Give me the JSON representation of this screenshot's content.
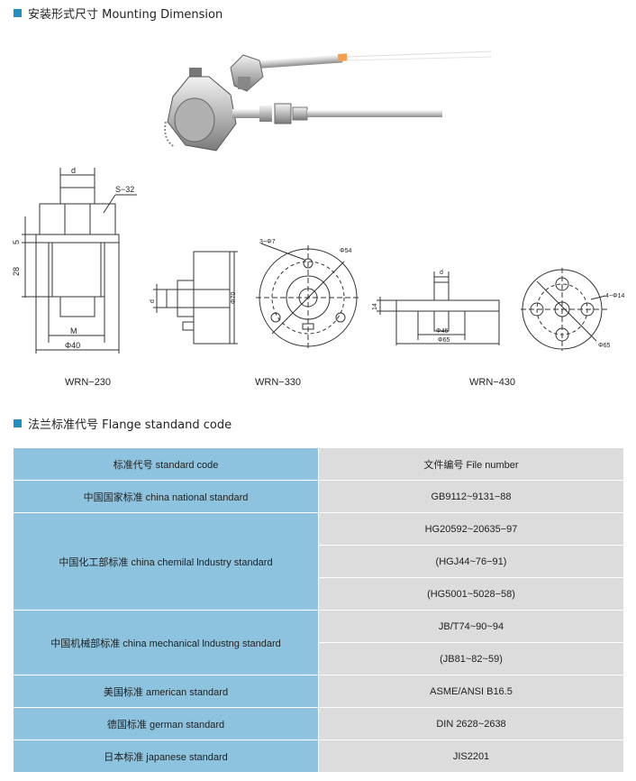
{
  "sections": {
    "mounting_title": "安装形式尺寸 Mounting Dimension",
    "flange_title": "法兰标准代号 Flange standand code"
  },
  "drawings": {
    "wrn230": {
      "model": "WRN−230",
      "labels": {
        "d": "d",
        "s": "S−32",
        "five": "5",
        "twentyeight": "28",
        "m": "M",
        "phi40": "Φ40"
      }
    },
    "wrn330": {
      "model": "WRN−330",
      "labels": {
        "d": "d",
        "phi70": "Φ70",
        "holes": "3−Φ7",
        "phi54": "Φ54"
      }
    },
    "wrn430": {
      "model": "WRN−430",
      "labels": {
        "d": "d",
        "fourteen": "14",
        "phi46": "Φ46",
        "phi65": "Φ65",
        "holes": "4−Φ14",
        "phi65b": "Φ65"
      }
    }
  },
  "table": {
    "header": {
      "left": "标准代号 standard code",
      "right": "文件编号 File number"
    },
    "rows": [
      {
        "left": "中国国家标准 china national standard",
        "right": [
          "GB9112~9131−88"
        ]
      },
      {
        "left": "中国化工部标准 china chemilal lndustry standard",
        "right": [
          "HG20592~20635−97",
          "(HGJ44~76−91)",
          "(HG5001~5028−58)"
        ]
      },
      {
        "left": "中国机械部标准 china mechanical lndustng standard",
        "right": [
          "JB/T74~90~94",
          "(JB81~82~59)"
        ]
      },
      {
        "left": "美国标准 american standard",
        "right": [
          "ASME/ANSI B16.5"
        ]
      },
      {
        "left": "德国标准 german standard",
        "right": [
          "DIN 2628~2638"
        ]
      },
      {
        "left": "日本标准 japanese standard",
        "right": [
          "JIS2201"
        ]
      }
    ]
  },
  "colors": {
    "accent": "#1f8fc4",
    "left_cell": "#8dc3de",
    "right_cell": "#dcdcdc"
  }
}
